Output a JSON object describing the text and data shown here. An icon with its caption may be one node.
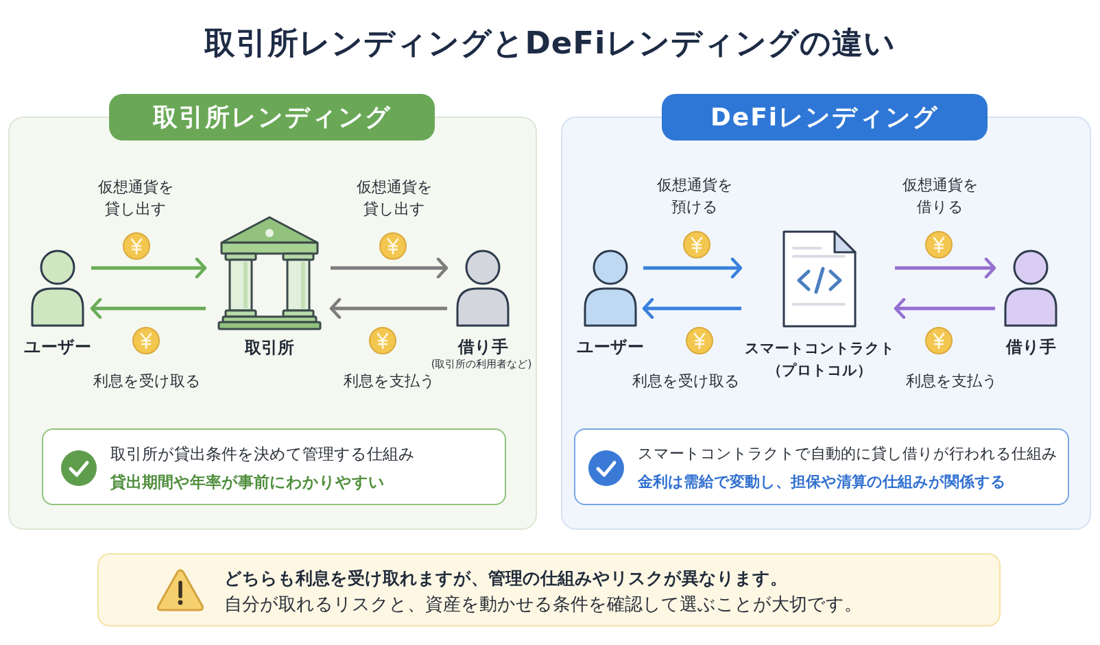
{
  "diagram": {
    "title": "取引所レンディングとDeFiレンディングの違い",
    "nodes": [
      {
        "text": [
          "取引所レンディング"
        ]
      },
      {
        "text": [
          "ユーザー"
        ],
        "in": 0
      },
      {
        "text": [
          "取引所"
        ],
        "in": 0
      },
      {
        "text": [
          "借り手"
        ],
        "beside": [
          "(取引所の利用者など)"
        ],
        "in": 0
      },
      {
        "text": [
          "取引所が貸出条件を決めて管理する仕組み",
          "貸出期間や年率が事前にわかりやすい"
        ],
        "in": 0
      },
      {
        "text": [
          "DeFiレンディング"
        ]
      },
      {
        "text": [
          "ユーザー"
        ],
        "in": 5
      },
      {
        "text": [
          "スマートコントラクト（プロトコル）"
        ],
        "in": 5
      },
      {
        "text": [
          "借り手"
        ],
        "in": 5
      },
      {
        "text": [
          "スマートコントラクトで自動的に貸し借りが行われる仕組み",
          "金利は需給で変動し、担保や清算の仕組みが関係する"
        ],
        "in": 5
      },
      {
        "text": [
          "どちらも利息を受け取れますが、管理の仕組みやリスクが異なります。",
          "自分が取れるリスクと、資産を動かせる条件を確認して選ぶことが大切です。"
        ]
      }
    ],
    "edges": [
      {
        "from": 1,
        "to": 2,
        "arrow": "to",
        "label": "仮想通貨を貸し出す",
        "color": "#6aac58"
      },
      {
        "from": 2,
        "to": 1,
        "arrow": "to",
        "label": "利息を受け取る",
        "color": "#6aac58"
      },
      {
        "from": 2,
        "to": 3,
        "arrow": "to",
        "label": "仮想通貨を貸し出す",
        "color": "#7d7d7d"
      },
      {
        "from": 3,
        "to": 2,
        "arrow": "to",
        "label": "利息を支払う",
        "color": "#7d7d7d"
      },
      {
        "from": 6,
        "to": 7,
        "arrow": "to",
        "label": "仮想通貨を預ける",
        "color": "#3a80dc"
      },
      {
        "from": 7,
        "to": 6,
        "arrow": "to",
        "label": "利息を受け取る",
        "color": "#3a80dc"
      },
      {
        "from": 7,
        "to": 8,
        "arrow": "to",
        "label": "仮想通貨を借りる",
        "color": "#9470d0"
      },
      {
        "from": 8,
        "to": 7,
        "arrow": "to",
        "label": "利息を支払う",
        "color": "#9470d0"
      }
    ]
  }
}
